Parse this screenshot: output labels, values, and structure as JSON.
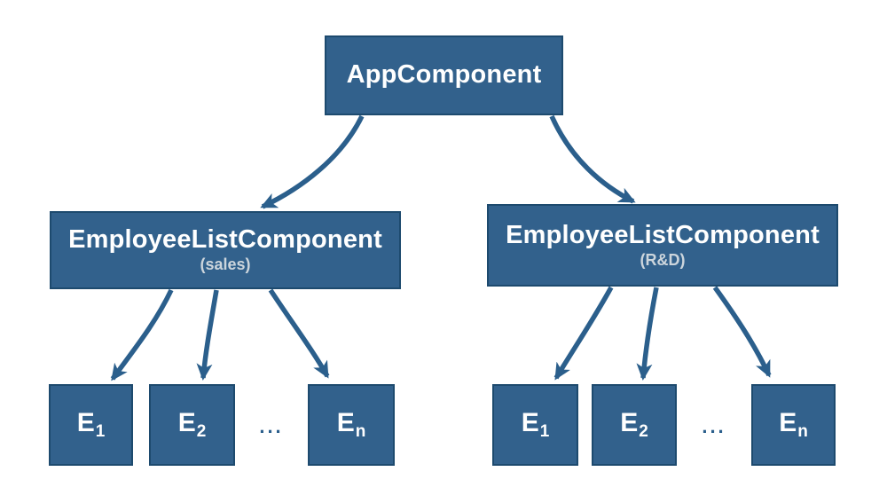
{
  "diagram": {
    "root": {
      "label": "AppComponent"
    },
    "groups": [
      {
        "label": "EmployeeListComponent",
        "sublabel": "(sales)",
        "ellipsis": "...",
        "children": [
          {
            "base": "E",
            "sub": "1"
          },
          {
            "base": "E",
            "sub": "2"
          },
          {
            "base": "E",
            "sub": "n"
          }
        ]
      },
      {
        "label": "EmployeeListComponent",
        "sublabel": "(R&D)",
        "ellipsis": "...",
        "children": [
          {
            "base": "E",
            "sub": "1"
          },
          {
            "base": "E",
            "sub": "2"
          },
          {
            "base": "E",
            "sub": "n"
          }
        ]
      }
    ],
    "colors": {
      "background": "#ffffff",
      "node_fill": "#32618c",
      "node_border": "#1d4a6e",
      "arrow": "#2b5f8c",
      "label_text": "#ffffff",
      "sublabel_text": "#ccd5dc",
      "ellipsis_color": "#2b5f8c"
    }
  }
}
